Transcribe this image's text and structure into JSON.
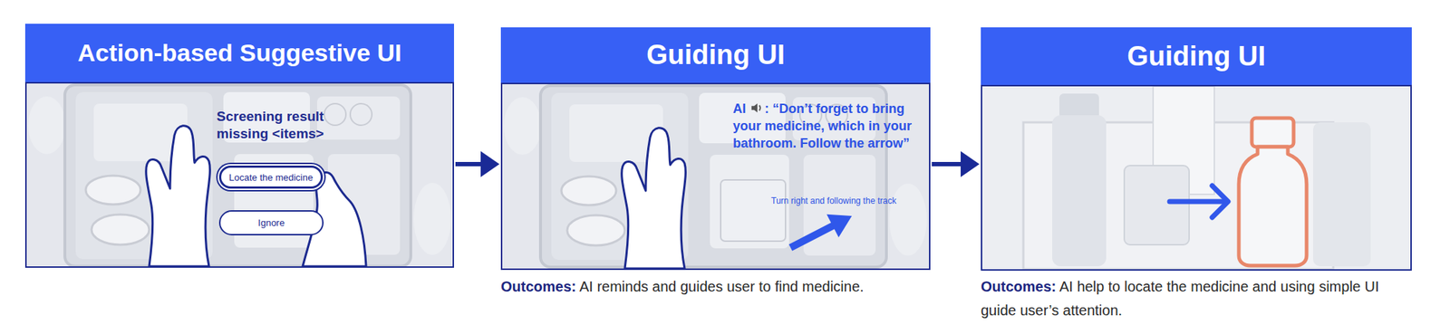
{
  "diagram": {
    "nodes": [
      {
        "text": [
          "Action-based Suggestive UI",
          "Screening result missing <items>"
        ]
      },
      {
        "text": [
          "Locate the medicine"
        ],
        "in": 0
      },
      {
        "text": [
          "Ignore"
        ],
        "in": 0
      },
      {
        "text": [
          "Guiding UI",
          "AI",
          ": “Don’t forget to bring your medicine, which in your bathroom. Follow the arrow”",
          "Turn right and following the track"
        ]
      },
      {
        "text": [
          "Guiding UI"
        ]
      }
    ],
    "edges": [
      {
        "from": 0,
        "to": 3,
        "arrow": "to"
      },
      {
        "from": 3,
        "to": 4,
        "arrow": "to"
      }
    ],
    "labels": [
      "Outcomes: AI reminds and guides user to find medicine.",
      "Outcomes: AI help to locate the medicine and using simple UI guide user’s attention."
    ]
  }
}
